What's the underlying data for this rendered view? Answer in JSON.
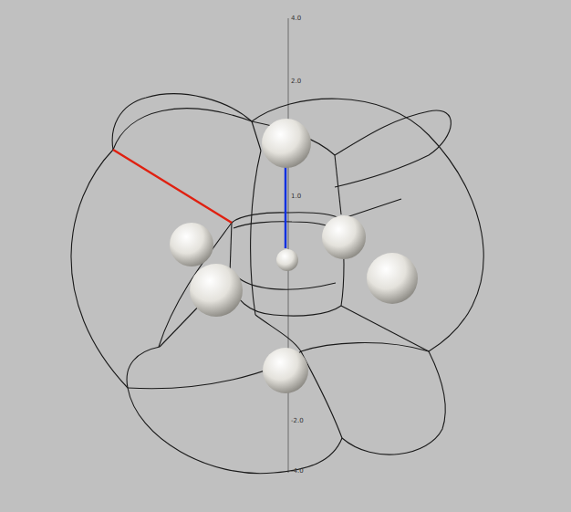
{
  "diagram": {
    "labels": [
      "4.0",
      "2.0",
      "1.0",
      "-2.0",
      "-4.0"
    ]
  }
}
